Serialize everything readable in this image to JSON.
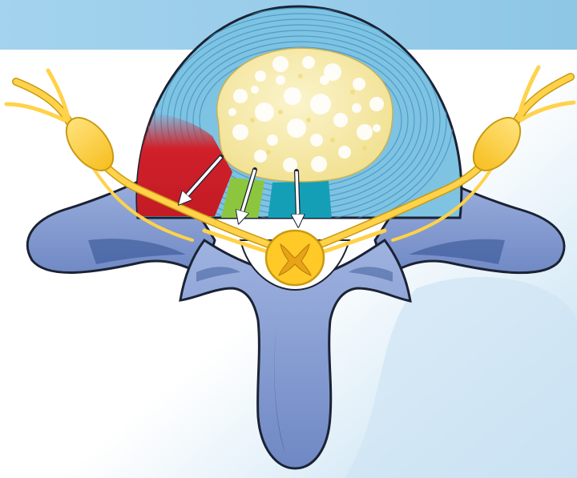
{
  "figure": {
    "subject": "vertebra-with-intervertebral-disc-axial-view",
    "colors": {
      "background_band": "#a9d8ef",
      "background_wash": "#cfe6f4",
      "disc_annulus": "#7ec3e2",
      "disc_ring_lines": "#3f8fc0",
      "nucleus": "#f6ebb0",
      "nucleus_highlight": "#ffffff",
      "bone": "#7f98d0",
      "bone_shadow": "#2f4f8f",
      "nerve": "#ffd24a",
      "nerve_outline": "#c99a12",
      "zone_red": "#d0202a",
      "zone_green": "#8cc63f",
      "zone_teal": "#159fb6",
      "arrow": "#ffffff",
      "outline": "#1b2233"
    },
    "annular_zones": [
      {
        "name": "zone-red",
        "color": "#d0202a"
      },
      {
        "name": "zone-green",
        "color": "#8cc63f"
      },
      {
        "name": "zone-teal",
        "color": "#159fb6"
      }
    ],
    "arrows": 3,
    "icons": [
      "arrow-icon",
      "spinal-cord-icon"
    ]
  }
}
